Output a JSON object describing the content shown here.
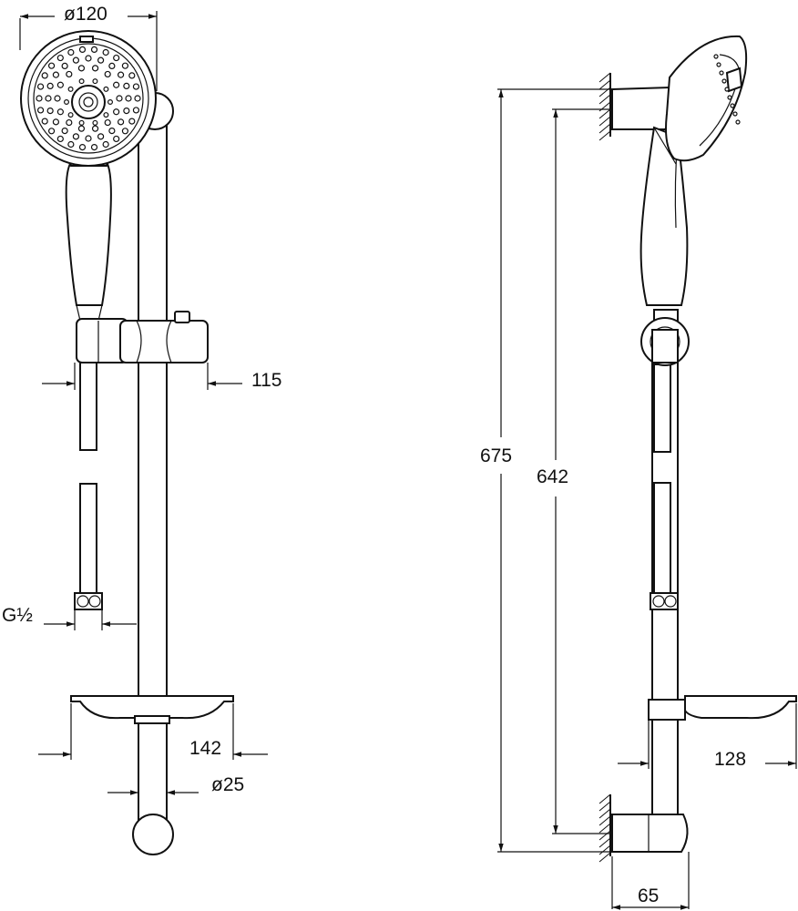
{
  "dimensions": {
    "head_diameter": "ø120",
    "holder_projection": "115",
    "thread_size": "G½",
    "dish_width": "142",
    "rail_diameter": "ø25",
    "overall_height": "675",
    "bracket_spacing": "642",
    "dish_depth": "128",
    "bracket_depth": "65"
  },
  "colors": {
    "line": "#111111",
    "background": "#ffffff"
  }
}
